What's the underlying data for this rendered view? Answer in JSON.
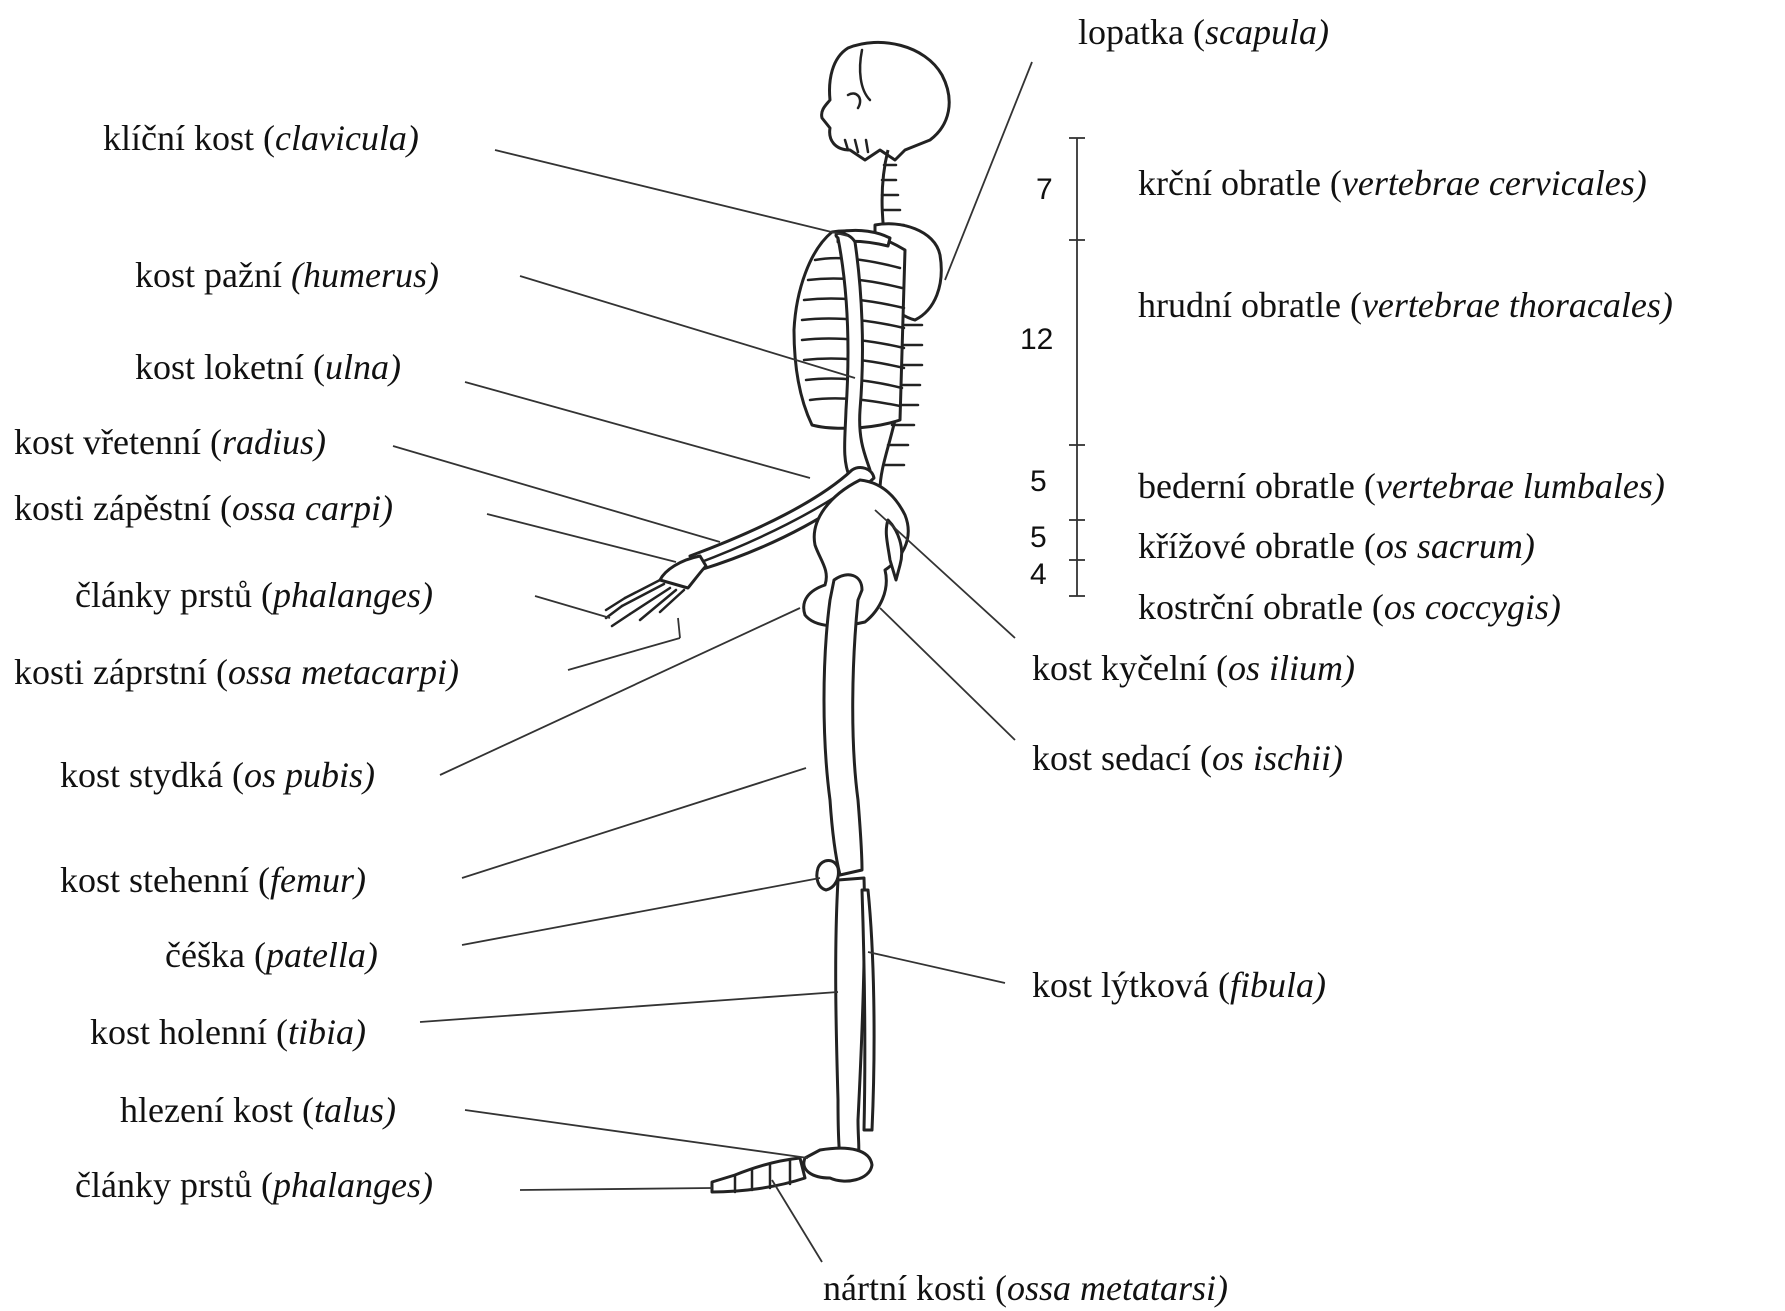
{
  "labels": {
    "scapula": {
      "name": "lopatka (",
      "latin": "scapula)"
    },
    "clavicula": {
      "name": "klíční kost (",
      "latin": "clavicula)"
    },
    "humerus": {
      "name": "kost pažní ",
      "latin": "(humerus)"
    },
    "ulna": {
      "name": "kost loketní (",
      "latin": "ulna)"
    },
    "radius": {
      "name": "kost vřetenní (",
      "latin": "radius)"
    },
    "carpi": {
      "name": "kosti zápěstní (",
      "latin": "ossa carpi)"
    },
    "phal_hand": {
      "name": "články prstů (",
      "latin": "phalanges)"
    },
    "metacarpi": {
      "name": "kosti záprstní (",
      "latin": "ossa metacarpi)"
    },
    "pubis": {
      "name": "kost stydká (",
      "latin": "os pubis)"
    },
    "femur": {
      "name": "kost stehenní (",
      "latin": "femur)"
    },
    "patella": {
      "name": "čéška (",
      "latin": "patella)"
    },
    "tibia": {
      "name": "kost holenní (",
      "latin": "tibia)"
    },
    "talus": {
      "name": "hlezení kost (",
      "latin": "talus)"
    },
    "phal_foot": {
      "name": "články prstů (",
      "latin": "phalanges)"
    },
    "metatarsi": {
      "name": "nártní kosti (",
      "latin": "ossa metatarsi)"
    },
    "cervicales": {
      "name": "krční obratle (",
      "latin": "vertebrae cervicales)"
    },
    "thoracales": {
      "name": "hrudní obratle (",
      "latin": "vertebrae thoracales)"
    },
    "lumbales": {
      "name": "bederní obratle (",
      "latin": "vertebrae lumbales)"
    },
    "sacrum": {
      "name": "křížové obratle (",
      "latin": "os sacrum)"
    },
    "coccygis": {
      "name": "kostrční obratle (",
      "latin": "os coccygis)"
    },
    "ilium": {
      "name": "kost kyčelní (",
      "latin": "os ilium)"
    },
    "ischii": {
      "name": "kost sedací (",
      "latin": "os ischii)"
    },
    "fibula": {
      "name": "kost lýtková (",
      "latin": "fibula)"
    }
  },
  "vertebra_counts": {
    "cervical": "7",
    "thoracic": "12",
    "lumbar": "5",
    "sacral": "5",
    "coccygeal": "4"
  }
}
